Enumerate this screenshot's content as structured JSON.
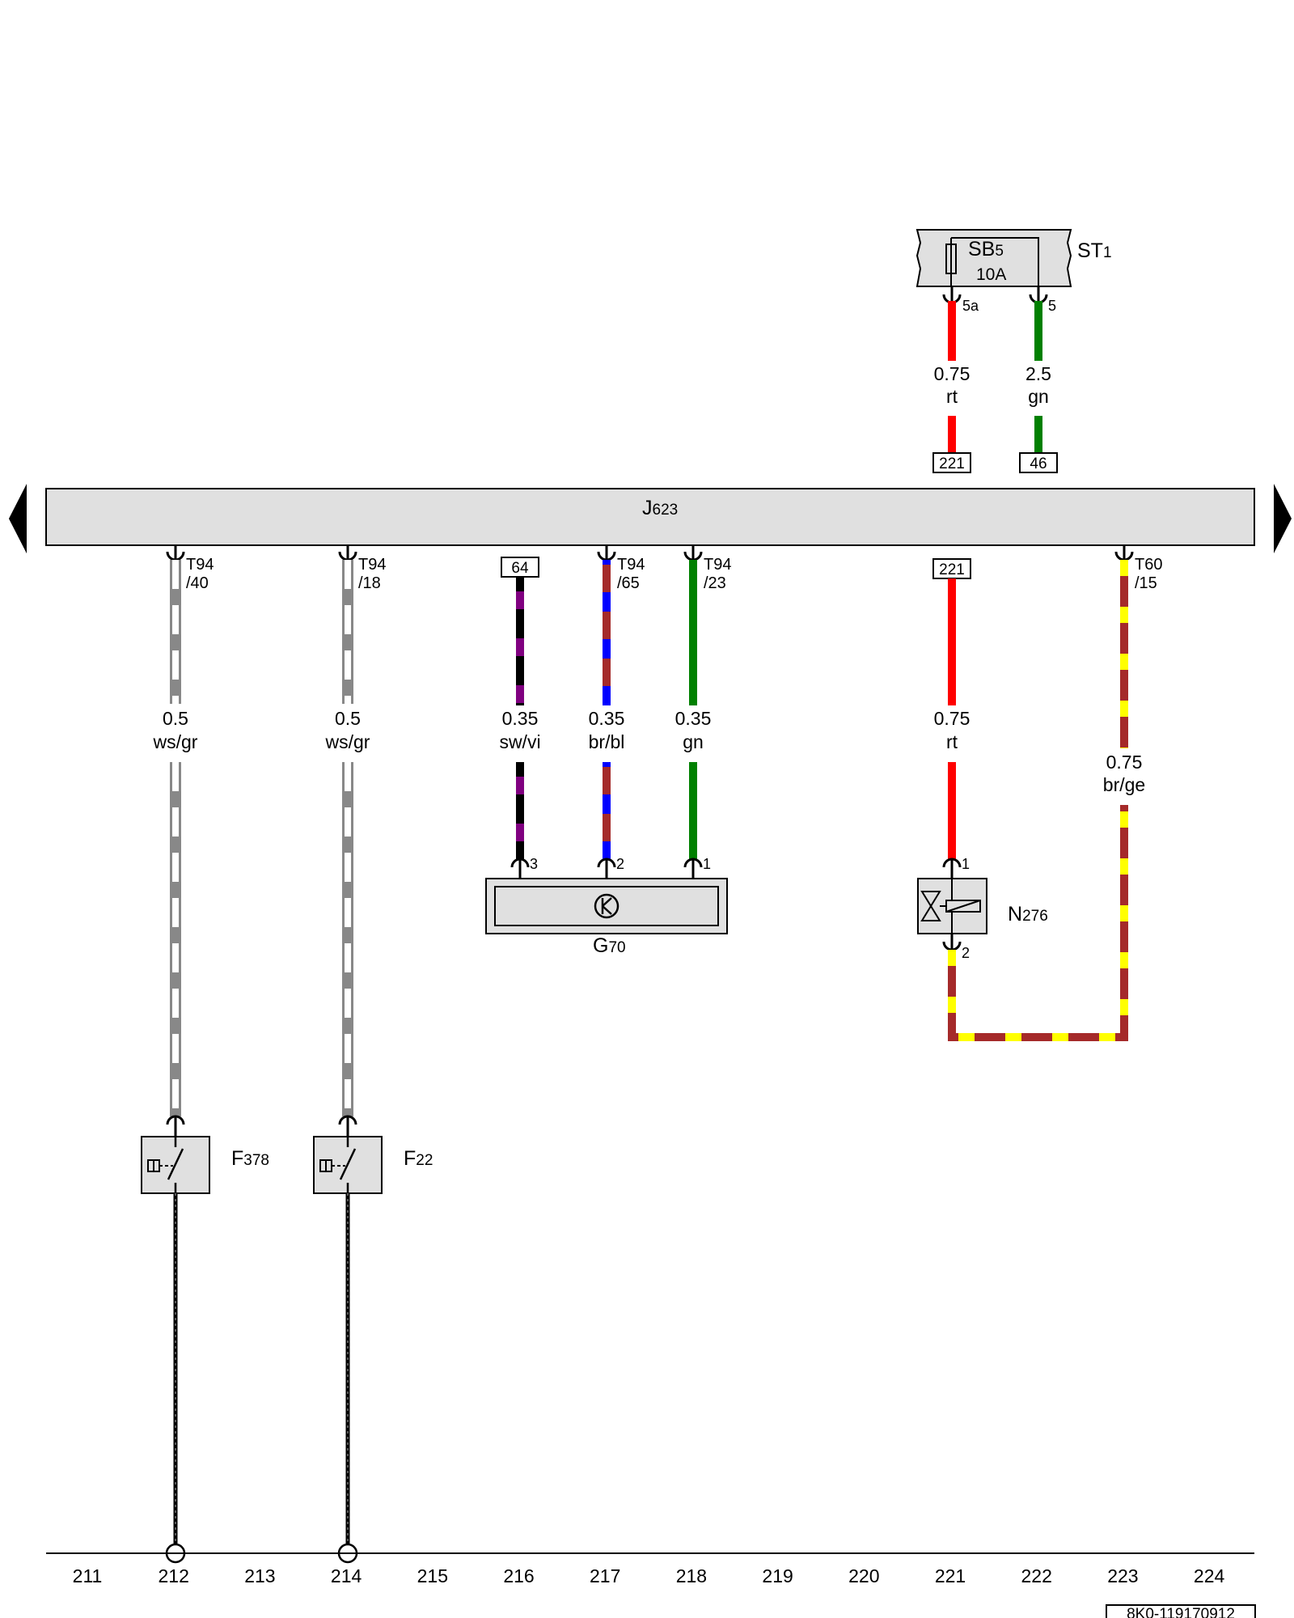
{
  "colors": {
    "rt": "#ff0000",
    "gn": "#008000",
    "sw": "#000000",
    "vi": "#800080",
    "br": "#a52a2a",
    "bl": "#0000ff",
    "ws": "#ffffff",
    "gr": "#888888",
    "ge": "#ffff00",
    "panel": "#e0e0e0"
  },
  "components": {
    "fuse_box": {
      "id": "ST",
      "sub": "1"
    },
    "fuse": {
      "id": "SB",
      "sub": "5",
      "rating": "10A"
    },
    "ecu": {
      "id": "J",
      "sub": "623"
    },
    "sensor_g70": {
      "id": "G",
      "sub": "70"
    },
    "valve_n276": {
      "id": "N",
      "sub": "276"
    },
    "switch_f378": {
      "id": "F",
      "sub": "378"
    },
    "switch_f22": {
      "id": "F",
      "sub": "22"
    }
  },
  "fuse_pins": {
    "left": "5a",
    "right": "5"
  },
  "wires": {
    "fuse_rt": {
      "gauge": "0.75",
      "color": "rt",
      "ref": "221"
    },
    "fuse_gn": {
      "gauge": "2.5",
      "color": "gn",
      "ref": "46"
    },
    "f378": {
      "gauge": "0.5",
      "color": "ws/gr",
      "plug_top": "T94",
      "plug_bottom": "/40"
    },
    "f22": {
      "gauge": "0.5",
      "color": "ws/gr",
      "plug_top": "T94",
      "plug_bottom": "/18"
    },
    "g70_3": {
      "gauge": "0.35",
      "color": "sw/vi",
      "ref": "64",
      "pin": "3"
    },
    "g70_2": {
      "gauge": "0.35",
      "color": "br/bl",
      "plug_top": "T94",
      "plug_bottom": "/65",
      "pin": "2"
    },
    "g70_1": {
      "gauge": "0.35",
      "color": "gn",
      "plug_top": "T94",
      "plug_bottom": "/23",
      "pin": "1"
    },
    "n276_1": {
      "gauge": "0.75",
      "color": "rt",
      "ref": "221",
      "pin": "1"
    },
    "n276_2": {
      "gauge": "0.75",
      "color": "br/ge",
      "plug_top": "T60",
      "plug_bottom": "/15",
      "pin": "2"
    }
  },
  "grid_numbers": [
    "211",
    "212",
    "213",
    "214",
    "215",
    "216",
    "217",
    "218",
    "219",
    "220",
    "221",
    "222",
    "223",
    "224"
  ],
  "doc_id": "8K0-119170912"
}
